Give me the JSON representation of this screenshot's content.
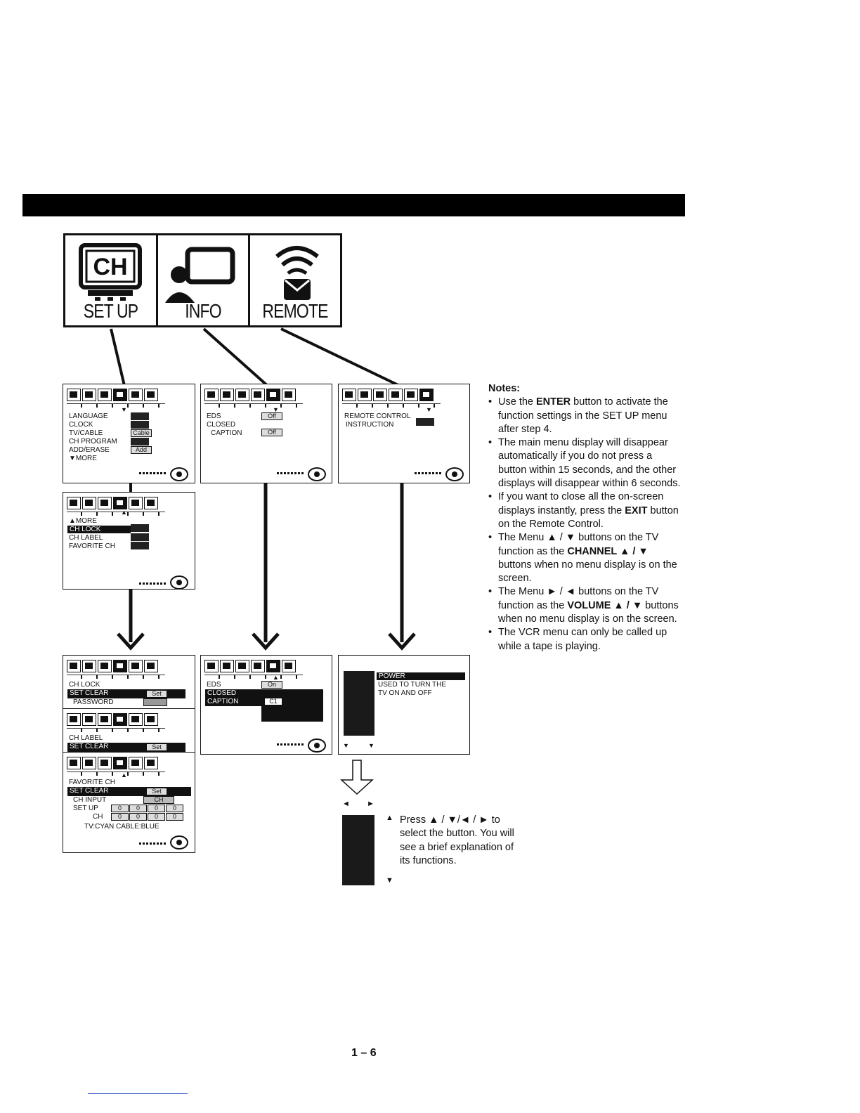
{
  "categories": [
    {
      "label": "SET UP",
      "icon": "ch-tv-icon"
    },
    {
      "label": "INFO",
      "icon": "person-tv-icon"
    },
    {
      "label": "REMOTE",
      "icon": "remote-signal-icon"
    }
  ],
  "setup_menu": {
    "items": [
      "LANGUAGE",
      "CLOCK",
      "TV/CABLE",
      "CH PROGRAM",
      "ADD/ERASE",
      "▼MORE"
    ],
    "values": {
      "tv_cable": "Cable",
      "add_erase": "Add"
    }
  },
  "more_menu": {
    "items": [
      "▲MORE",
      "CH LOCK",
      "CH LABEL",
      "FAVORITE CH"
    ]
  },
  "info_menu": {
    "items": [
      "EDS",
      "CLOSED",
      "CAPTION"
    ],
    "eds_value": "Off",
    "caption_value": "Off"
  },
  "remote_menu": {
    "line1": "REMOTE CONTROL",
    "line2": "INSTRUCTION"
  },
  "chlock_menu": {
    "title": "CH LOCK",
    "row1": "SET CLEAR",
    "row1_value": "Set",
    "row2": "PASSWORD"
  },
  "chlabel_menu": {
    "title": "CH LABEL",
    "row1": "SET CLEAR",
    "row1_value": "Set"
  },
  "favorite_menu": {
    "title": "FAVORITE CH",
    "row1": "SET CLEAR",
    "row1_value": "Set",
    "row2": "CH INPUT",
    "row2_value": "CH",
    "row3": "SET UP",
    "row4": "CH",
    "cells": [
      "0",
      "0",
      "0",
      "0"
    ],
    "footer": "TV:CYAN CABLE:BLUE"
  },
  "caption_menu": {
    "items": [
      "EDS",
      "CLOSED",
      "CAPTION"
    ],
    "eds_value": "On",
    "caption_value": "C1"
  },
  "power_menu": {
    "title": "POWER",
    "desc1": "USED TO TURN THE",
    "desc2": "TV ON AND OFF"
  },
  "notes": {
    "heading": "Notes:",
    "items": [
      [
        "Use the ",
        "ENTER",
        " button to activate the function settings in the SET UP menu after step 4."
      ],
      [
        "The main menu display will disappear automatically if you do not press a button within 15 seconds, and the other displays will disappear within 6 seconds.",
        "",
        ""
      ],
      [
        "If you want to close all the on-screen displays instantly, press the ",
        "EXIT",
        " button on the Remote Control."
      ],
      [
        "The Menu ▲ / ▼ buttons on the TV function as the ",
        "CHANNEL ▲ / ▼",
        " buttons when no menu display is on the screen."
      ],
      [
        "The Menu ► / ◄ buttons on the TV function as the ",
        "VOLUME ▲ / ▼",
        " buttons when no menu display is on the screen."
      ],
      [
        "The VCR menu can only be called up while a tape is playing.",
        "",
        ""
      ]
    ]
  },
  "press_note": "Press ▲ / ▼/◄ / ► to select the button. You will see a brief explanation of its functions.",
  "page_number": "1 – 6"
}
